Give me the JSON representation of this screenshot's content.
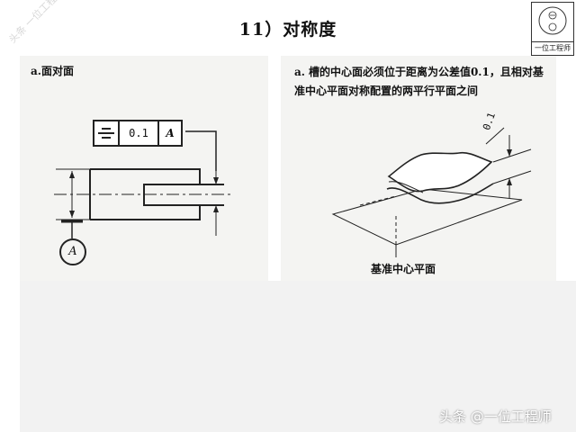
{
  "title": "11）对称度",
  "logo": {
    "text": "一位工程师"
  },
  "faint_overlay": "头条 一位工程师",
  "left": {
    "label": "a.面对面",
    "frame": {
      "symbol": "symmetry-icon",
      "tolerance": "0.1",
      "datum": "A"
    },
    "datum_letter": "A"
  },
  "right": {
    "bullet": "a.",
    "description": "槽的中心面必须位于距离为公差值0.1，且相对基准中心平面对称配置的两平行平面之间",
    "tolerance_label": "0.1",
    "plane_label": "基准中心平面"
  },
  "watermark": "头条 @一位工程师",
  "colors": {
    "ink": "#222222",
    "scan_bg": "#f4f4f2",
    "band": "#f2f2f2"
  }
}
